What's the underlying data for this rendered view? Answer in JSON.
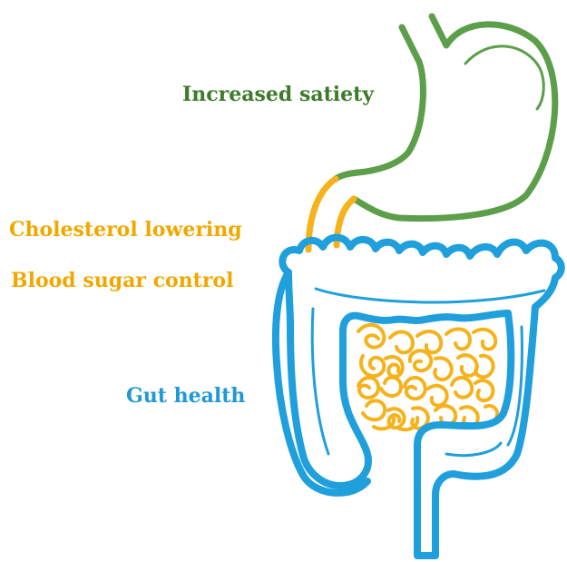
{
  "colors": {
    "stomach": "#5c9e4a",
    "satiety_text": "#3d7a2c",
    "small_intestine": "#f5b21a",
    "orange_text": "#f0a800",
    "colon": "#1f9fdb",
    "gut_text": "#1f98d6"
  },
  "labels": {
    "satiety": "Increased satiety",
    "cholesterol": "Cholesterol lowering",
    "blood_sugar": "Blood sugar control",
    "gut_health": "Gut health"
  },
  "icons": {
    "stomach": "stomach-icon",
    "small_intestine": "small-intestine-icon",
    "colon": "colon-icon"
  }
}
